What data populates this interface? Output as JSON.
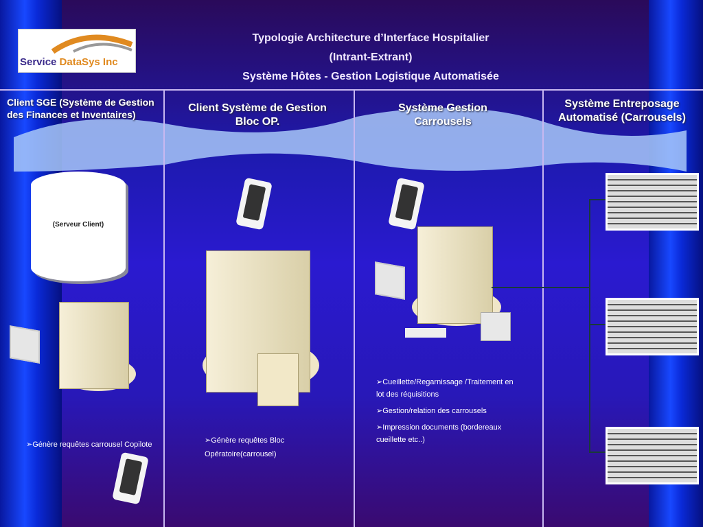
{
  "logo": {
    "text_a": "Service ",
    "text_b": "DataSys Inc"
  },
  "title": {
    "line1": "Typologie  Architecture  d’Interface  Hospitalier",
    "line2": "(Intrant-Extrant)",
    "line3": "Système Hôtes  -  Gestion  Logistique  Automatisée"
  },
  "columns": [
    {
      "header": "Client SGE (Système de Gestion des Finances et Inventaires)",
      "server_label": "(Serveur Client)",
      "notes": [
        "➢Génère requêtes carrousel Copilote"
      ]
    },
    {
      "header": "Client Système de Gestion Bloc OP.",
      "notes": [
        "➢Génère requêtes Bloc Opératoire(carrousel)"
      ]
    },
    {
      "header": "Système Gestion Carrousels",
      "notes": [
        "➢Cueillette/Regarnissage /Traitement en lot des réquisitions",
        "➢Gestion/relation des carrousels",
        "➢Impression documents (bordereaux cueillette etc..)"
      ]
    },
    {
      "header": "Système Entreposage Automatisé (Carrousels)",
      "notes": []
    }
  ]
}
